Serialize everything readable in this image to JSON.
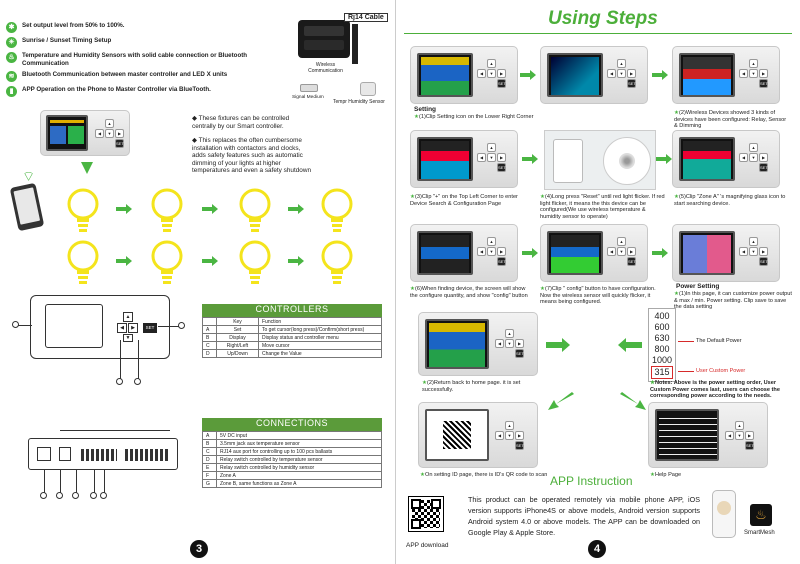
{
  "left": {
    "features": [
      {
        "icon": "gear-icon",
        "text": "Set output level from 50% to 100%."
      },
      {
        "icon": "sun-icon",
        "text": "Sunrise / Sunset Timing Setup"
      },
      {
        "icon": "thermometer-icon",
        "text": "Temperature and Humidity Sensors with solid cable connection or Bluetooth Communication"
      },
      {
        "icon": "wifi-icon",
        "text": "Bluetooth Communication between master controller and LED X units"
      },
      {
        "icon": "phone-icon",
        "text": "APP Operation on the Phone to Master Controller via BlueTooth."
      }
    ],
    "rj14_label": "Rj14 Cable",
    "wireless_label": "Wireless Communication",
    "signal_label": "Signal Medium",
    "sensor_label": "Tempr Humidity Sensor",
    "bullets": [
      "These fixtures can be controlled centrally by our Smart controller.",
      "This replaces the often cumbersome installation with contactors and clocks, adds safety features such as automatic dimming of your lights at higher temperatures and even a safety shutdown"
    ],
    "controllers": {
      "title": "CONTROLLERS",
      "headers": [
        "",
        "Key",
        "Function"
      ],
      "rows": [
        [
          "A",
          "Set",
          "To get cursor(long press)/Confirm(short press)"
        ],
        [
          "B",
          "Display",
          "Display status and controller menu"
        ],
        [
          "C",
          "Right/Left",
          "Move cursor"
        ],
        [
          "D",
          "Up/Down",
          "Change the Value"
        ]
      ]
    },
    "connections": {
      "title": "CONNECTIONS",
      "rows": [
        [
          "A",
          "5V DC input"
        ],
        [
          "B",
          "3.5mm jack aux temperature sensor"
        ],
        [
          "C",
          "RJ14 aux port for controlling up to 100 pcs ballasts"
        ],
        [
          "D",
          "Relay switch controlled by temperature sensor"
        ],
        [
          "E",
          "Relay switch controlled by humidity sensor"
        ],
        [
          "F",
          "Zone A"
        ],
        [
          "G",
          "Zone B, same functions as Zone A"
        ]
      ]
    },
    "page_number": "3"
  },
  "right": {
    "title": "Using Steps",
    "setting_label": "Setting",
    "power_setting_label": "Power Setting",
    "steps": [
      "(1)Clip Setting icon on the Lower Right Corner",
      "(2)Wireless Devices showed 3 kinds of devices have been configured: Relay, Sensor & Dimming",
      "(3)Clip \"+\" on the Top Left Corner to enter Device Search & Configuration Page",
      "(4)Long press \"Reset\" until red light flicker. If red light flicker, it means the this device can be configured(We use wireless temperature & humidity sensor to operate)",
      "(5)Clip \"Zone A\" 's magnifying glass icon to start searching device.",
      "(6)When finding device, the screen will show the configure quantity, and show \"config\" button",
      "(7)Clip \" config\" button to have configuration. Now the wireless sensor will quickly flicker, it means being configured.",
      "(1)In this page, it can customize power output & max / min. Power setting. Clip save to save the data setting",
      "(2)Return back to home page. it is set successfully.",
      "On setting ID page, there is ID's QR code to scan",
      "Help Page"
    ],
    "power_values": [
      "400",
      "600",
      "630",
      "800",
      "1000",
      "315"
    ],
    "default_power_label": "The Default Power",
    "custom_power_label": "User Custom Power",
    "power_note": "Notes: Above is the power setting order, User Custom Power comes last, users can choose the corresponding power according to the needs.",
    "app_title": "APP Instruction",
    "app_text": "This product can be operated remotely via mobile phone APP, iOS version supports iPhone4S or above models, Android version supports Android system 4.0 or above models. The APP can be downloaded on Google Play & Apple Store.",
    "app_download_label": "APP download",
    "brand_label": "SmartMesh",
    "page_number": "4"
  },
  "colors": {
    "green": "#4ab542",
    "title_green": "#4caf3a",
    "bulb_yellow": "#f4e41c",
    "table_green": "#5b9b3a",
    "red": "#d62a2a"
  }
}
